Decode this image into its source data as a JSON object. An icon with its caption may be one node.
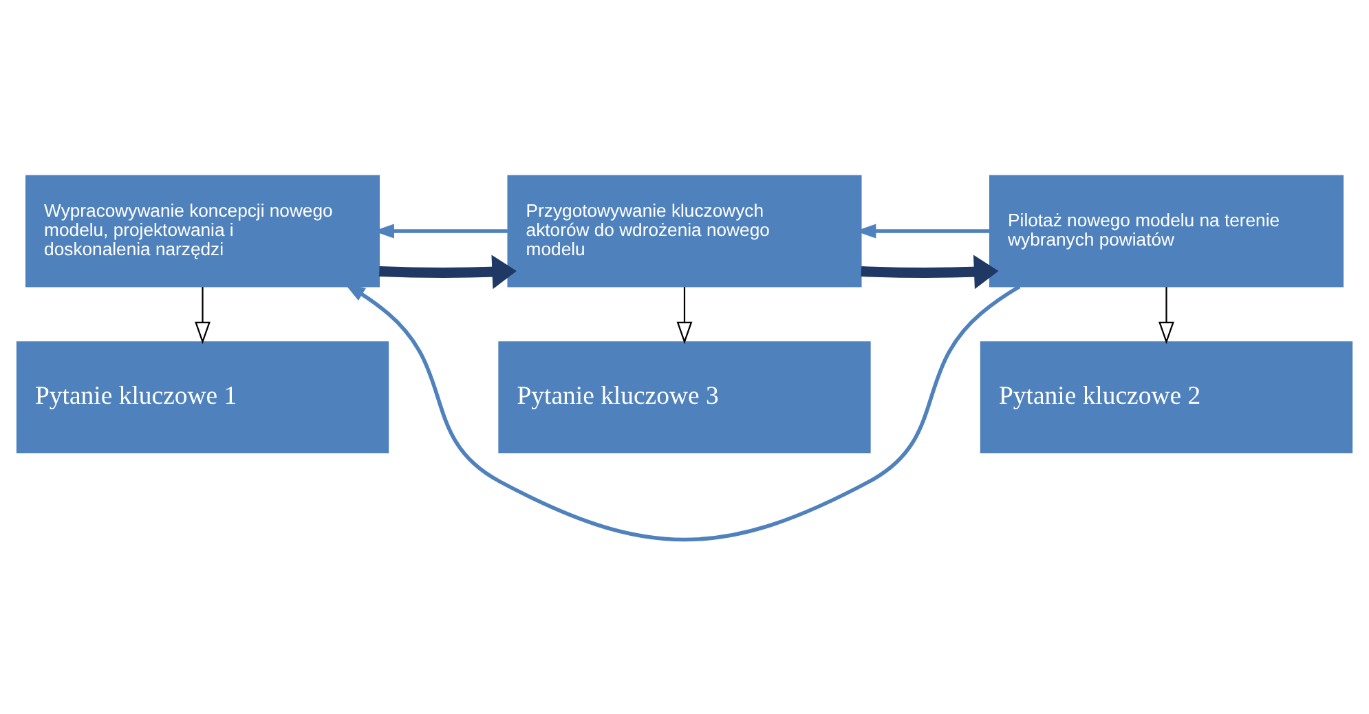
{
  "diagram": {
    "nodes": [
      {
        "text": [
          "Wypracowywanie koncepcji nowego modelu, projektowania i doskonalenia narzędzi"
        ]
      },
      {
        "text": [
          "Przygotowywanie kluczowych aktorów do wdrożenia nowego modelu"
        ]
      },
      {
        "text": [
          "Pilotaż nowego modelu na terenie wybranych powiatów"
        ]
      },
      {
        "text": [
          "Pytanie kluczowe 1"
        ]
      },
      {
        "text": [
          "Pytanie kluczowe 3"
        ]
      },
      {
        "text": [
          "Pytanie kluczowe 2"
        ]
      }
    ],
    "edges": [
      {
        "from": 0,
        "to": 1,
        "arrow": "to",
        "style": "thick",
        "color": "#1f3864"
      },
      {
        "from": 1,
        "to": 2,
        "arrow": "to",
        "style": "thick",
        "color": "#1f3864"
      },
      {
        "from": 2,
        "to": 0,
        "arrow": "to"
      },
      {
        "from": 1,
        "to": 0,
        "arrow": "to"
      },
      {
        "from": 2,
        "to": 1,
        "arrow": "to"
      },
      {
        "from": 0,
        "to": 3,
        "arrow": "to",
        "color": "#000000"
      },
      {
        "from": 1,
        "to": 4,
        "arrow": "to",
        "color": "#000000"
      },
      {
        "from": 2,
        "to": 5,
        "arrow": "to",
        "color": "#000000"
      }
    ]
  }
}
